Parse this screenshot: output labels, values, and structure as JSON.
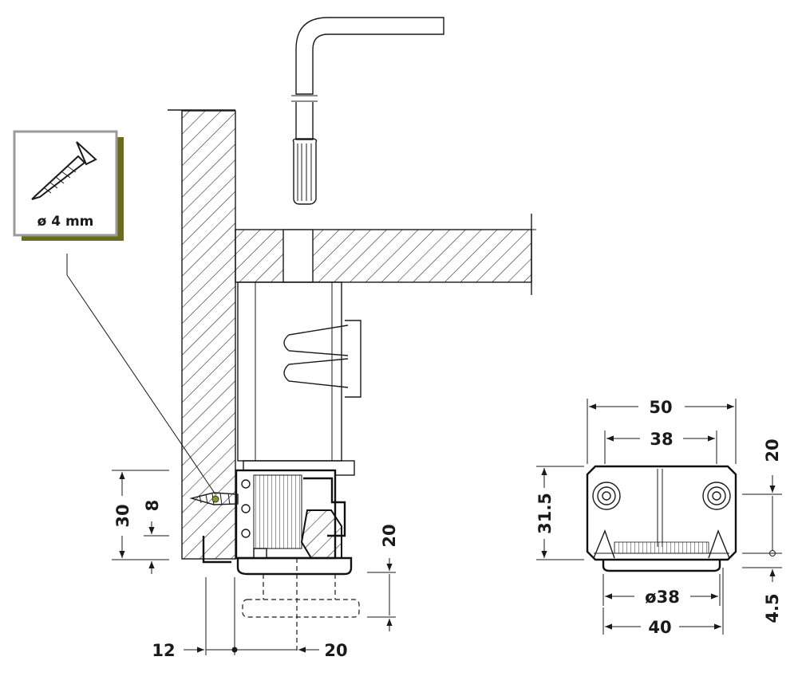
{
  "callout": {
    "screw_label": "ø 4 mm",
    "shadow_color": "#6b6a1e",
    "border_color": "#9a9a9a",
    "screw_head_color": "#8a9a2a",
    "icon": "screw-icon"
  },
  "side_view": {
    "dim_30": "30",
    "dim_8": "8",
    "dim_20_vertical": "20",
    "dim_12": "12",
    "dim_20_horizontal": "20"
  },
  "front_view": {
    "dim_50": "50",
    "dim_38": "38",
    "dim_31_5": "31.5",
    "dim_20": "20",
    "dim_4_5": "4.5",
    "dim_dia38": "ø38",
    "dim_40": "40"
  },
  "icons": [
    "allen-key-icon",
    "screw-icon",
    "plinth-foot-icon"
  ]
}
